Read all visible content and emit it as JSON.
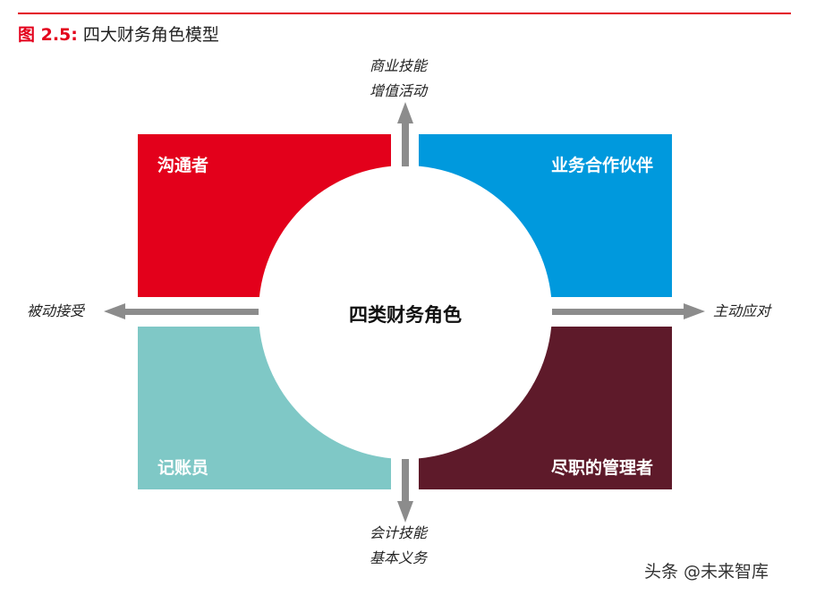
{
  "figure": {
    "label": "图 2.5:",
    "title": "四大财务角色模型"
  },
  "center": {
    "label": "四类财务角色"
  },
  "quadrants": {
    "top_left": {
      "label": "沟通者",
      "color": "#e3001b"
    },
    "top_right": {
      "label": "业务合作伙伴",
      "color": "#0099dd"
    },
    "bottom_left": {
      "label": "记账员",
      "color": "#7fc8c6"
    },
    "bottom_right": {
      "label": "尽职的管理者",
      "color": "#5e1a2a"
    }
  },
  "axes": {
    "top": {
      "line1": "商业技能",
      "line2": "增值活动"
    },
    "bottom": {
      "line1": "会计技能",
      "line2": "基本义务"
    },
    "left": {
      "label": "被动接受"
    },
    "right": {
      "label": "主动应对"
    }
  },
  "arrow_color": "#8c8c8c",
  "watermark": "头条 @未来智库"
}
